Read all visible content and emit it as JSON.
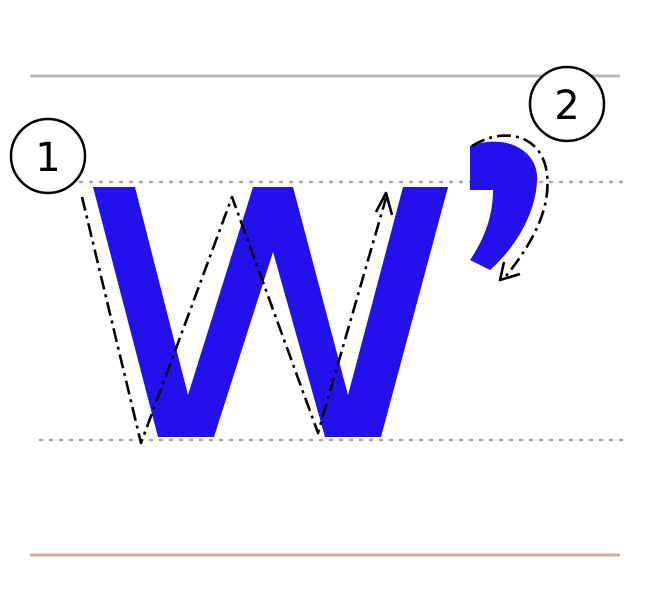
{
  "diagram": {
    "letter": "w",
    "apostrophe": "’",
    "stroke_order": [
      {
        "label": "1",
        "stroke": "w"
      },
      {
        "label": "2",
        "stroke": "apostrophe"
      }
    ]
  },
  "colors": {
    "glyph": "#2211EE",
    "guide_top": "#BBBBBB",
    "guide_bottom": "#D0A8A8",
    "dotted_guide": "#AAAAAA",
    "stroke_path": "#000000"
  }
}
